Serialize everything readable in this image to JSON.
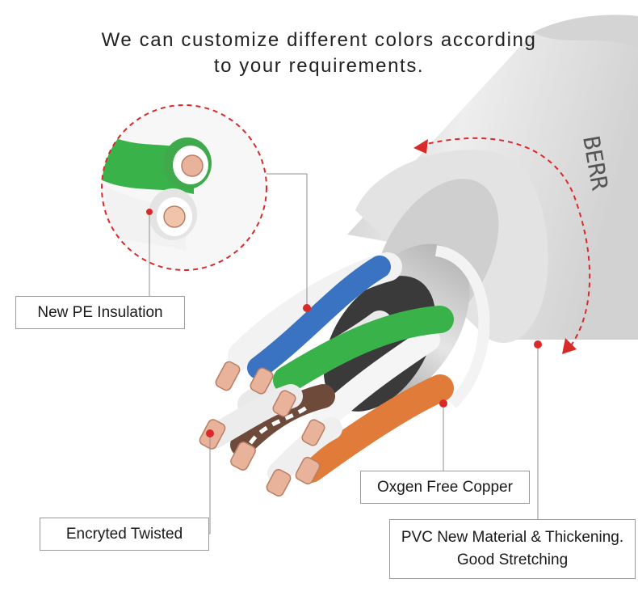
{
  "headline": {
    "line1": "We can customize different colors according",
    "line2": "to your requirements."
  },
  "brand_print": "BERR",
  "callouts": {
    "pe_insulation": "New PE Insulation",
    "oxygen_free_copper": "Oxgen Free Copper",
    "encrypted_twisted": "Encryted Twisted",
    "pvc_line1": "PVC New Material & Thickening.",
    "pvc_line2": "Good Stretching"
  },
  "colors": {
    "jacket": "#dcdcdc",
    "pair_green": "#39b24a",
    "pair_blue": "#3a73c2",
    "pair_orange": "#e07b3a",
    "pair_brown": "#6e4a3a",
    "copper": "#e8b39a",
    "accent_red": "#d92a2a"
  }
}
